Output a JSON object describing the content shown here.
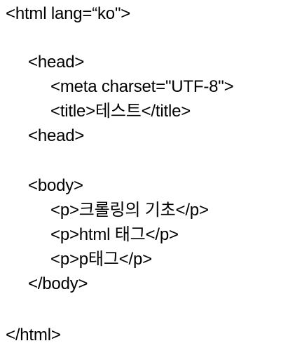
{
  "code_lines": [
    "<html lang=“ko\">",
    "<head>",
    "<meta charset=\"UTF-8\">",
    "<title>테스트</title>",
    "<head>",
    "<body>",
    "<p>크롤링의 기초</p>",
    "<p>html 태그</p>",
    "<p>p태그</p>",
    "</body>",
    "</html>"
  ]
}
